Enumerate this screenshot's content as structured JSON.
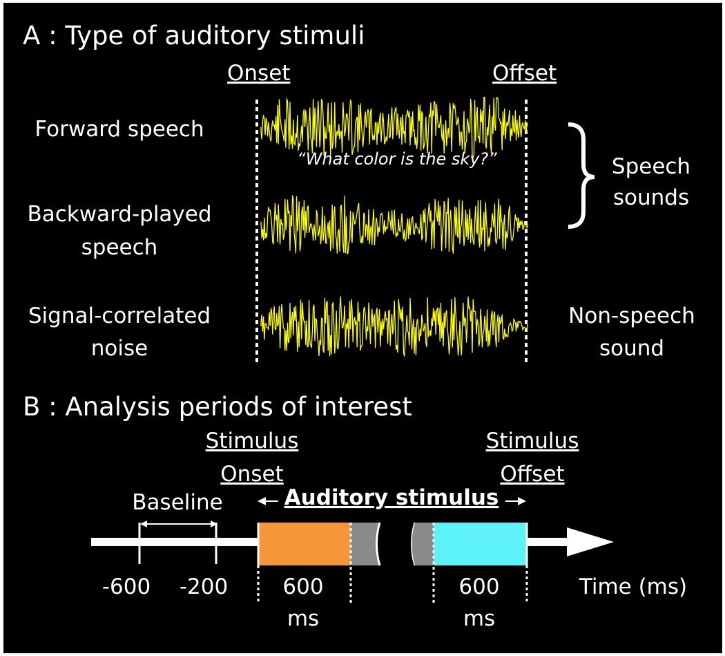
{
  "panel_a": {
    "title": "A : Type of auditory stimuli",
    "onset_label": "Onset",
    "offset_label": "Offset",
    "stimuli": [
      {
        "label_lines": [
          "Forward speech"
        ],
        "wave_seed": 11
      },
      {
        "label_lines": [
          "Backward-played",
          "speech"
        ],
        "wave_seed": 29
      },
      {
        "label_lines": [
          "Signal-correlated",
          "noise"
        ],
        "wave_seed": 53
      }
    ],
    "quote": "“What color is the sky?”",
    "group_speech_lines": [
      "Speech",
      "sounds"
    ],
    "group_nonspeech_lines": [
      "Non-speech",
      "sound"
    ]
  },
  "panel_b": {
    "title": "B : Analysis periods of interest",
    "stimulus_onset_lines": [
      "Stimulus",
      "Onset"
    ],
    "stimulus_offset_lines": [
      "Stimulus",
      "Offset"
    ],
    "baseline_label": "Baseline",
    "auditory_label": "Auditory stimulus",
    "ticks": [
      "-600",
      "-200"
    ],
    "window_onset_lines": [
      "600",
      "ms"
    ],
    "window_offset_lines": [
      "600",
      "ms"
    ],
    "time_axis_label": "Time (ms)"
  },
  "colors": {
    "waveform": "#ffff00",
    "onset_window": "#f7953a",
    "offset_window": "#5cf2f7",
    "gap": "#8a8a8a"
  }
}
